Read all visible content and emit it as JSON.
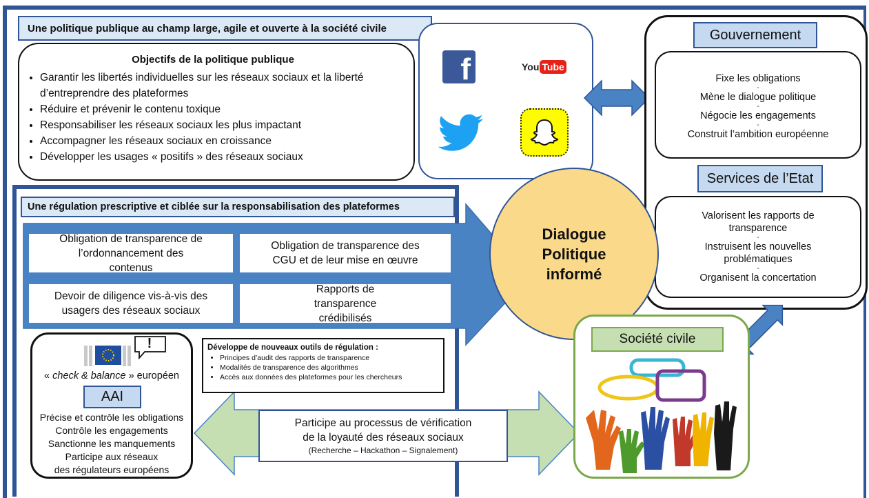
{
  "top_section": {
    "title": "Une politique publique au champ large, agile et ouverte à la société civile",
    "objectives_title": "Objectifs de la politique publique",
    "objectives": [
      "Garantir les libertés individuelles sur les réseaux sociaux et la liberté d’entreprendre des plateformes",
      "Réduire et prévenir le contenu toxique",
      "Responsabiliser les réseaux sociaux les plus impactant",
      "Accompagner les réseaux sociaux en croissance",
      "Développer les usages « positifs » des réseaux sociaux"
    ]
  },
  "social_logos": {
    "facebook": "f",
    "youtube_you": "You",
    "youtube_tube": "Tube"
  },
  "government": {
    "title": "Gouvernement",
    "items": [
      "Fixe les obligations",
      "Mène le dialogue politique",
      "Négocie les engagements",
      "Construit l’ambition européenne"
    ]
  },
  "state_services": {
    "title": "Services de l’Etat",
    "items": [
      "Valorisent les rapports de transparence",
      "Instruisent les nouvelles problématiques",
      "Organisent la concertation"
    ]
  },
  "dialogue": {
    "line1": "Dialogue",
    "line2": "Politique",
    "line3": "informé"
  },
  "regulation": {
    "title": "Une régulation prescriptive et ciblée sur la responsabilisation des plateformes",
    "cells": [
      "Obligation de transparence de l’ordonnancement des contenus",
      "Obligation de transparence des CGU et de leur mise en œuvre",
      "Devoir de diligence vis-à-vis des usagers des réseaux sociaux",
      "Rapports de transparence crédibilisés"
    ]
  },
  "aai": {
    "bubble": "!",
    "check_prefix": "« ",
    "check_italic": "check & balance",
    "check_suffix": " » européen",
    "label": "AAI",
    "items": [
      "Précise et contrôle les obligations",
      "Contrôle les engagements",
      "Sanctionne les manquements",
      "Participe aux réseaux",
      "des régulateurs européens"
    ]
  },
  "tools": {
    "title": "Développe de nouveaux outils de régulation :",
    "items": [
      "Principes d’audit des rapports de transparence",
      "Modalités de transparence des algorithmes",
      "Accès aux données des plateformes pour les chercheurs"
    ]
  },
  "verification": {
    "line1": "Participe au processus de vérification",
    "line2": "de la loyauté des réseaux sociaux",
    "line3": "(Recherche – Hackathon – Signalement)"
  },
  "civil_society": {
    "title": "Société civile"
  },
  "colors": {
    "navy": "#2f5597",
    "arrow_blue": "#4a83c4",
    "light_green": "#c6dfb2",
    "dialogue_yellow": "#fbd98a",
    "green_frame": "#7aa84a"
  }
}
